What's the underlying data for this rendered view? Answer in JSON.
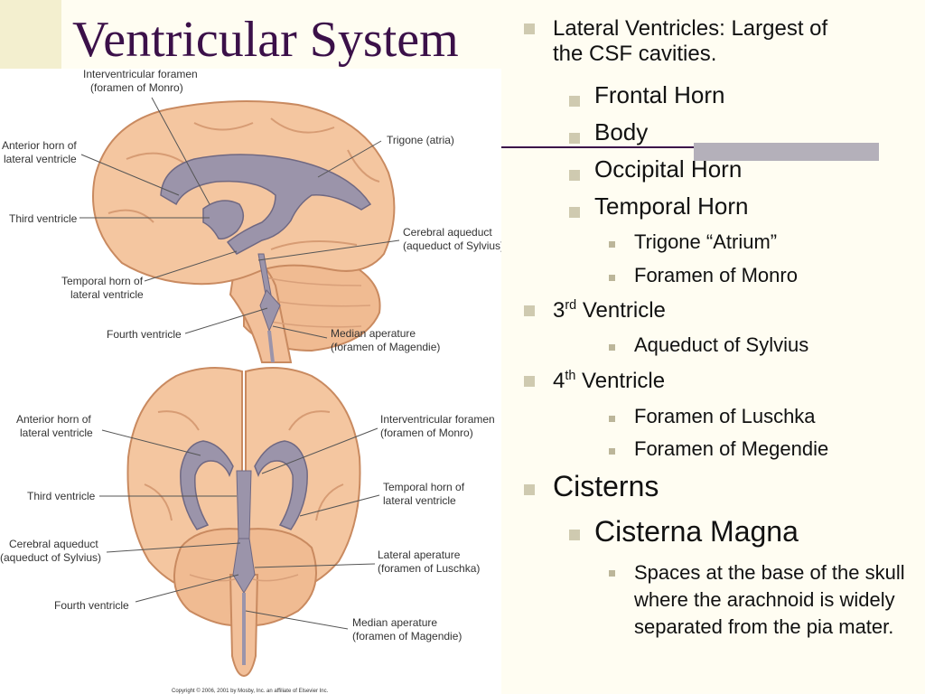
{
  "title": "Ventricular System",
  "figure": {
    "sagittal_labels": {
      "interventricular_foramen": "Interventricular foramen",
      "interventricular_foramen_sub": "(foramen of Monro)",
      "anterior_horn": "Anterior horn of",
      "anterior_horn_sub": "lateral ventricle",
      "trigone": "Trigone (atria)",
      "third_ventricle": "Third ventricle",
      "cerebral_aqueduct": "Cerebral aqueduct",
      "cerebral_aqueduct_sub": "(aqueduct of Sylvius)",
      "temporal_horn": "Temporal horn of",
      "temporal_horn_sub": "lateral ventricle",
      "fourth_ventricle": "Fourth ventricle",
      "median_aperature": "Median aperature",
      "median_aperature_sub": "(foramen of Magendie)"
    },
    "axial_labels": {
      "anterior_horn": "Anterior horn of",
      "anterior_horn_sub": "lateral ventricle",
      "interventricular_foramen": "Interventricular foramen",
      "interventricular_foramen_sub": "(foramen of Monro)",
      "third_ventricle": "Third ventricle",
      "temporal_horn": "Temporal horn of",
      "temporal_horn_sub": "lateral ventricle",
      "cerebral_aqueduct": "Cerebral aqueduct",
      "cerebral_aqueduct_sub": "(aqueduct of Sylvius)",
      "lateral_aperature": "Lateral aperature",
      "lateral_aperature_sub": "(foramen of Luschka)",
      "fourth_ventricle": "Fourth ventricle",
      "median_aperature": "Median aperature",
      "median_aperature_sub": "(foramen of Magendie)"
    },
    "copyright": "Copyright © 2006, 2001 by Mosby, Inc. an affiliate of Elsevier Inc."
  },
  "bullets": {
    "lateral_line1": "Lateral Ventricles: Largest of",
    "lateral_line2": "the CSF cavities.",
    "frontal_horn": "Frontal Horn",
    "body": "Body",
    "occipital_horn": "Occipital Horn",
    "temporal_horn": "Temporal Horn",
    "trigone": "Trigone “Atrium”",
    "foramen_monro": "Foramen of Monro",
    "third_num": "3",
    "third_sup": "rd",
    "third_text": " Ventricle",
    "aqueduct": "Aqueduct of Sylvius",
    "fourth_num": "4",
    "fourth_sup": "th",
    "fourth_text": " Ventricle",
    "luschka": "Foramen of Luschka",
    "megendie": "Foramen of Megendie",
    "cisterns": "Cisterns",
    "cisterna_magna": "Cisterna Magna",
    "spaces": "Spaces at the base of the skull where the arachnoid is widely separated from the pia mater."
  },
  "colors": {
    "title": "#3b1049",
    "brain": "#f4c6a0",
    "brain_outline": "#c98a60",
    "ventricle": "#9b94aa",
    "bullet": "#cfcab0"
  }
}
